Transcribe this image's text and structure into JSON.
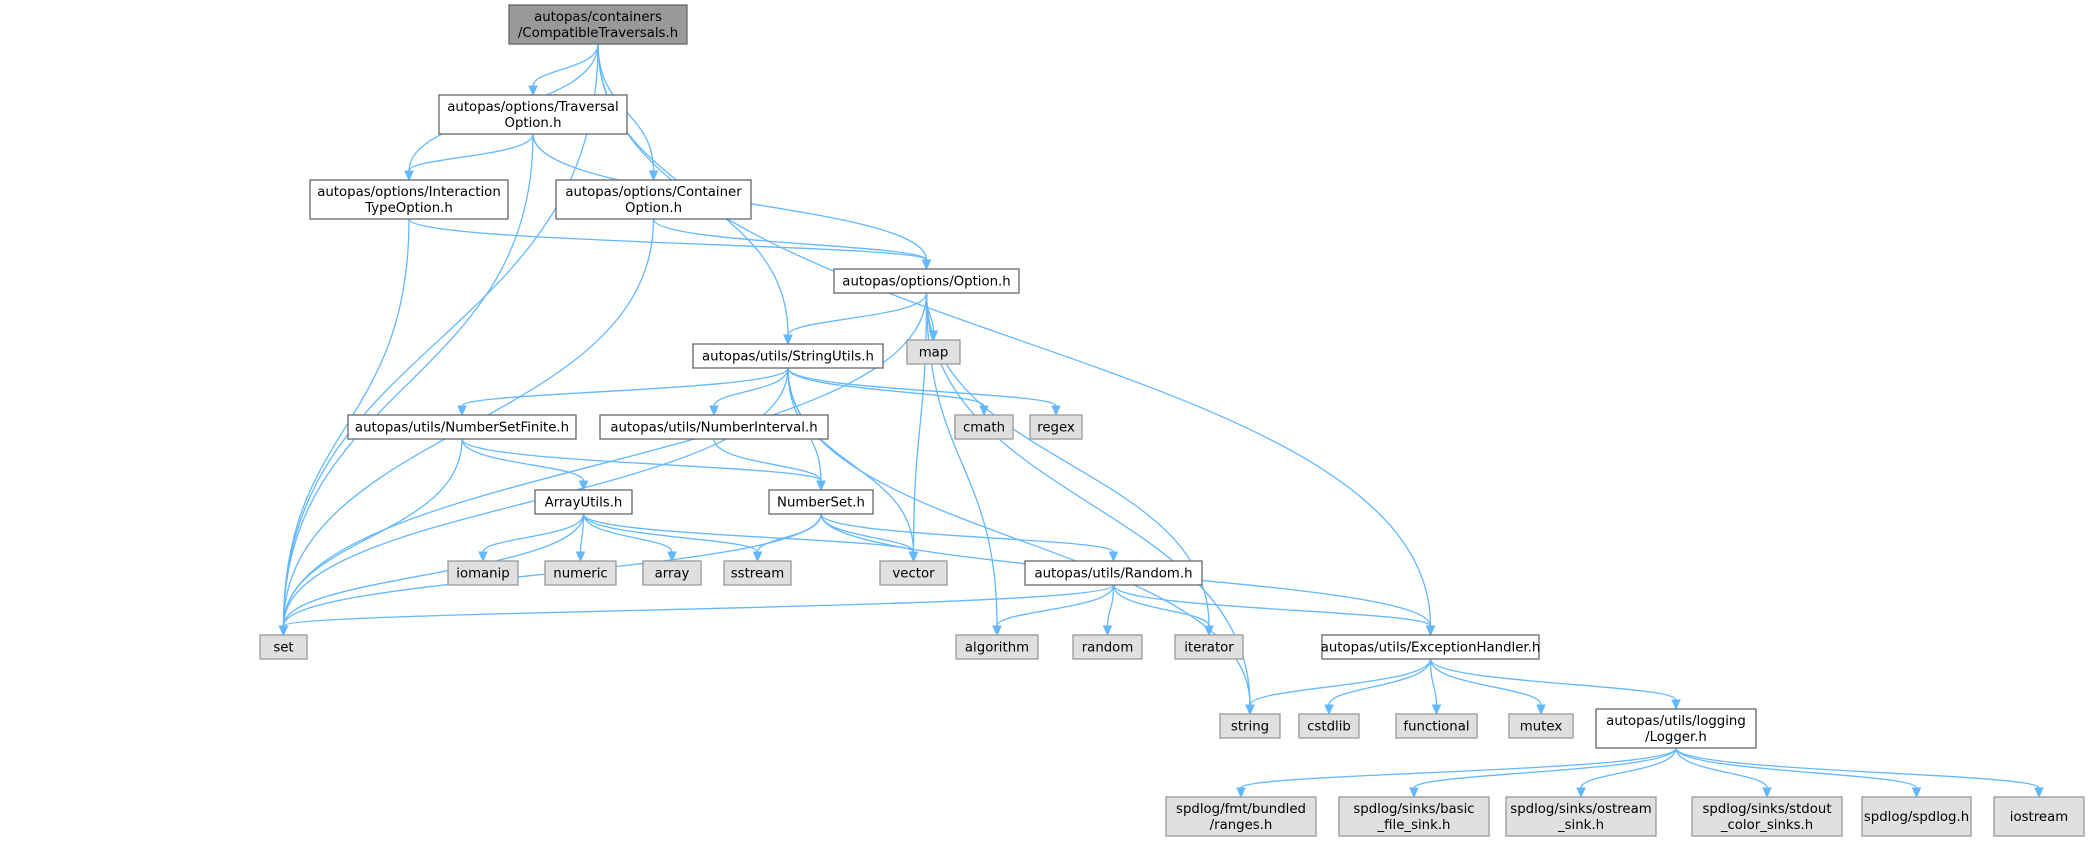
{
  "nodes": [
    {
      "id": "root",
      "kind": "root",
      "lines": [
        "autopas/containers",
        "/CompatibleTraversals.h"
      ]
    },
    {
      "id": "traversal",
      "kind": "local",
      "lines": [
        "autopas/options/Traversal",
        "Option.h"
      ]
    },
    {
      "id": "interaction",
      "kind": "local",
      "lines": [
        "autopas/options/Interaction",
        "TypeOption.h"
      ]
    },
    {
      "id": "container",
      "kind": "local",
      "lines": [
        "autopas/options/Container",
        "Option.h"
      ]
    },
    {
      "id": "option",
      "kind": "local",
      "lines": [
        "autopas/options/Option.h"
      ]
    },
    {
      "id": "map",
      "kind": "system",
      "lines": [
        "map"
      ]
    },
    {
      "id": "stringutils",
      "kind": "local",
      "lines": [
        "autopas/utils/StringUtils.h"
      ]
    },
    {
      "id": "cmath",
      "kind": "system",
      "lines": [
        "cmath"
      ]
    },
    {
      "id": "regex",
      "kind": "system",
      "lines": [
        "regex"
      ]
    },
    {
      "id": "numsetfinite",
      "kind": "local",
      "lines": [
        "autopas/utils/NumberSetFinite.h"
      ]
    },
    {
      "id": "numinterval",
      "kind": "local",
      "lines": [
        "autopas/utils/NumberInterval.h"
      ]
    },
    {
      "id": "arrayutils",
      "kind": "local",
      "lines": [
        "ArrayUtils.h"
      ]
    },
    {
      "id": "numberset",
      "kind": "local",
      "lines": [
        "NumberSet.h"
      ]
    },
    {
      "id": "iomanip",
      "kind": "system",
      "lines": [
        "iomanip"
      ]
    },
    {
      "id": "numeric",
      "kind": "system",
      "lines": [
        "numeric"
      ]
    },
    {
      "id": "array",
      "kind": "system",
      "lines": [
        "array"
      ]
    },
    {
      "id": "sstream",
      "kind": "system",
      "lines": [
        "sstream"
      ]
    },
    {
      "id": "vector",
      "kind": "system",
      "lines": [
        "vector"
      ]
    },
    {
      "id": "random_h",
      "kind": "local",
      "lines": [
        "autopas/utils/Random.h"
      ]
    },
    {
      "id": "set",
      "kind": "system",
      "lines": [
        "set"
      ]
    },
    {
      "id": "algorithm",
      "kind": "system",
      "lines": [
        "algorithm"
      ]
    },
    {
      "id": "random",
      "kind": "system",
      "lines": [
        "random"
      ]
    },
    {
      "id": "iterator",
      "kind": "system",
      "lines": [
        "iterator"
      ]
    },
    {
      "id": "exception",
      "kind": "local",
      "lines": [
        "autopas/utils/ExceptionHandler.h"
      ]
    },
    {
      "id": "string",
      "kind": "system",
      "lines": [
        "string"
      ]
    },
    {
      "id": "cstdlib",
      "kind": "system",
      "lines": [
        "cstdlib"
      ]
    },
    {
      "id": "functional",
      "kind": "system",
      "lines": [
        "functional"
      ]
    },
    {
      "id": "mutex",
      "kind": "system",
      "lines": [
        "mutex"
      ]
    },
    {
      "id": "logger",
      "kind": "local",
      "lines": [
        "autopas/utils/logging",
        "/Logger.h"
      ]
    },
    {
      "id": "fmt",
      "kind": "system",
      "lines": [
        "spdlog/fmt/bundled",
        "/ranges.h"
      ]
    },
    {
      "id": "basicsink",
      "kind": "system",
      "lines": [
        "spdlog/sinks/basic",
        "_file_sink.h"
      ]
    },
    {
      "id": "ostreamsink",
      "kind": "system",
      "lines": [
        "spdlog/sinks/ostream",
        "_sink.h"
      ]
    },
    {
      "id": "stdoutsink",
      "kind": "system",
      "lines": [
        "spdlog/sinks/stdout",
        "_color_sinks.h"
      ]
    },
    {
      "id": "spdlog",
      "kind": "system",
      "lines": [
        "spdlog/spdlog.h"
      ]
    },
    {
      "id": "iostream",
      "kind": "system",
      "lines": [
        "iostream"
      ]
    }
  ],
  "edges": [
    [
      "root",
      "traversal"
    ],
    [
      "root",
      "interaction"
    ],
    [
      "root",
      "container"
    ],
    [
      "root",
      "stringutils"
    ],
    [
      "root",
      "set"
    ],
    [
      "root",
      "exception"
    ],
    [
      "traversal",
      "interaction"
    ],
    [
      "traversal",
      "option"
    ],
    [
      "traversal",
      "set"
    ],
    [
      "interaction",
      "option"
    ],
    [
      "interaction",
      "set"
    ],
    [
      "container",
      "option"
    ],
    [
      "container",
      "set"
    ],
    [
      "option",
      "map"
    ],
    [
      "option",
      "stringutils"
    ],
    [
      "option",
      "set"
    ],
    [
      "option",
      "vector"
    ],
    [
      "option",
      "algorithm"
    ],
    [
      "option",
      "iterator"
    ],
    [
      "option",
      "string"
    ],
    [
      "stringutils",
      "cmath"
    ],
    [
      "stringutils",
      "regex"
    ],
    [
      "stringutils",
      "numsetfinite"
    ],
    [
      "stringutils",
      "numinterval"
    ],
    [
      "stringutils",
      "numberset"
    ],
    [
      "stringutils",
      "vector"
    ],
    [
      "stringutils",
      "set"
    ],
    [
      "stringutils",
      "string"
    ],
    [
      "numsetfinite",
      "arrayutils"
    ],
    [
      "numsetfinite",
      "numberset"
    ],
    [
      "numsetfinite",
      "set"
    ],
    [
      "numinterval",
      "numberset"
    ],
    [
      "arrayutils",
      "iomanip"
    ],
    [
      "arrayutils",
      "numeric"
    ],
    [
      "arrayutils",
      "array"
    ],
    [
      "arrayutils",
      "sstream"
    ],
    [
      "arrayutils",
      "vector"
    ],
    [
      "arrayutils",
      "set"
    ],
    [
      "numberset",
      "sstream"
    ],
    [
      "numberset",
      "vector"
    ],
    [
      "numberset",
      "random_h"
    ],
    [
      "numberset",
      "set"
    ],
    [
      "numberset",
      "exception"
    ],
    [
      "random_h",
      "algorithm"
    ],
    [
      "random_h",
      "random"
    ],
    [
      "random_h",
      "iterator"
    ],
    [
      "random_h",
      "set"
    ],
    [
      "random_h",
      "exception"
    ],
    [
      "exception",
      "string"
    ],
    [
      "exception",
      "cstdlib"
    ],
    [
      "exception",
      "functional"
    ],
    [
      "exception",
      "mutex"
    ],
    [
      "exception",
      "logger"
    ],
    [
      "logger",
      "fmt"
    ],
    [
      "logger",
      "basicsink"
    ],
    [
      "logger",
      "ostreamsink"
    ],
    [
      "logger",
      "stdoutsink"
    ],
    [
      "logger",
      "spdlog"
    ],
    [
      "logger",
      "iostream"
    ]
  ]
}
